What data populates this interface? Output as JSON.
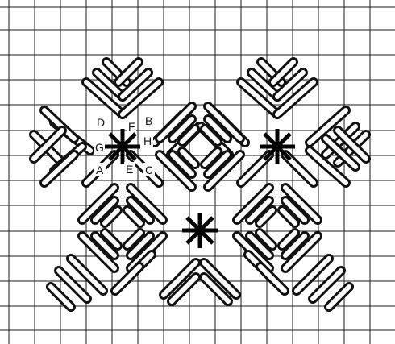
{
  "diagram": {
    "point_labels": {
      "A": "A",
      "B": "B",
      "C": "C",
      "D": "D",
      "E": "E",
      "F": "F",
      "G": "G",
      "H": "H"
    },
    "colors": {
      "background": "#ffffff",
      "grid": "#1a1a1a",
      "stitch_outline": "#111111",
      "stitch_fill": "#ffffff",
      "star": "#000000"
    },
    "stitch_groups": [
      {
        "name": "top-left-motif"
      },
      {
        "name": "top-right-motif"
      },
      {
        "name": "top-center-diamond"
      },
      {
        "name": "bottom-left-diamond"
      },
      {
        "name": "bottom-center-chevron"
      },
      {
        "name": "bottom-right-diamond"
      }
    ],
    "stars": [
      {
        "name": "star-top-left"
      },
      {
        "name": "star-top-right"
      },
      {
        "name": "star-bottom-center"
      }
    ]
  }
}
